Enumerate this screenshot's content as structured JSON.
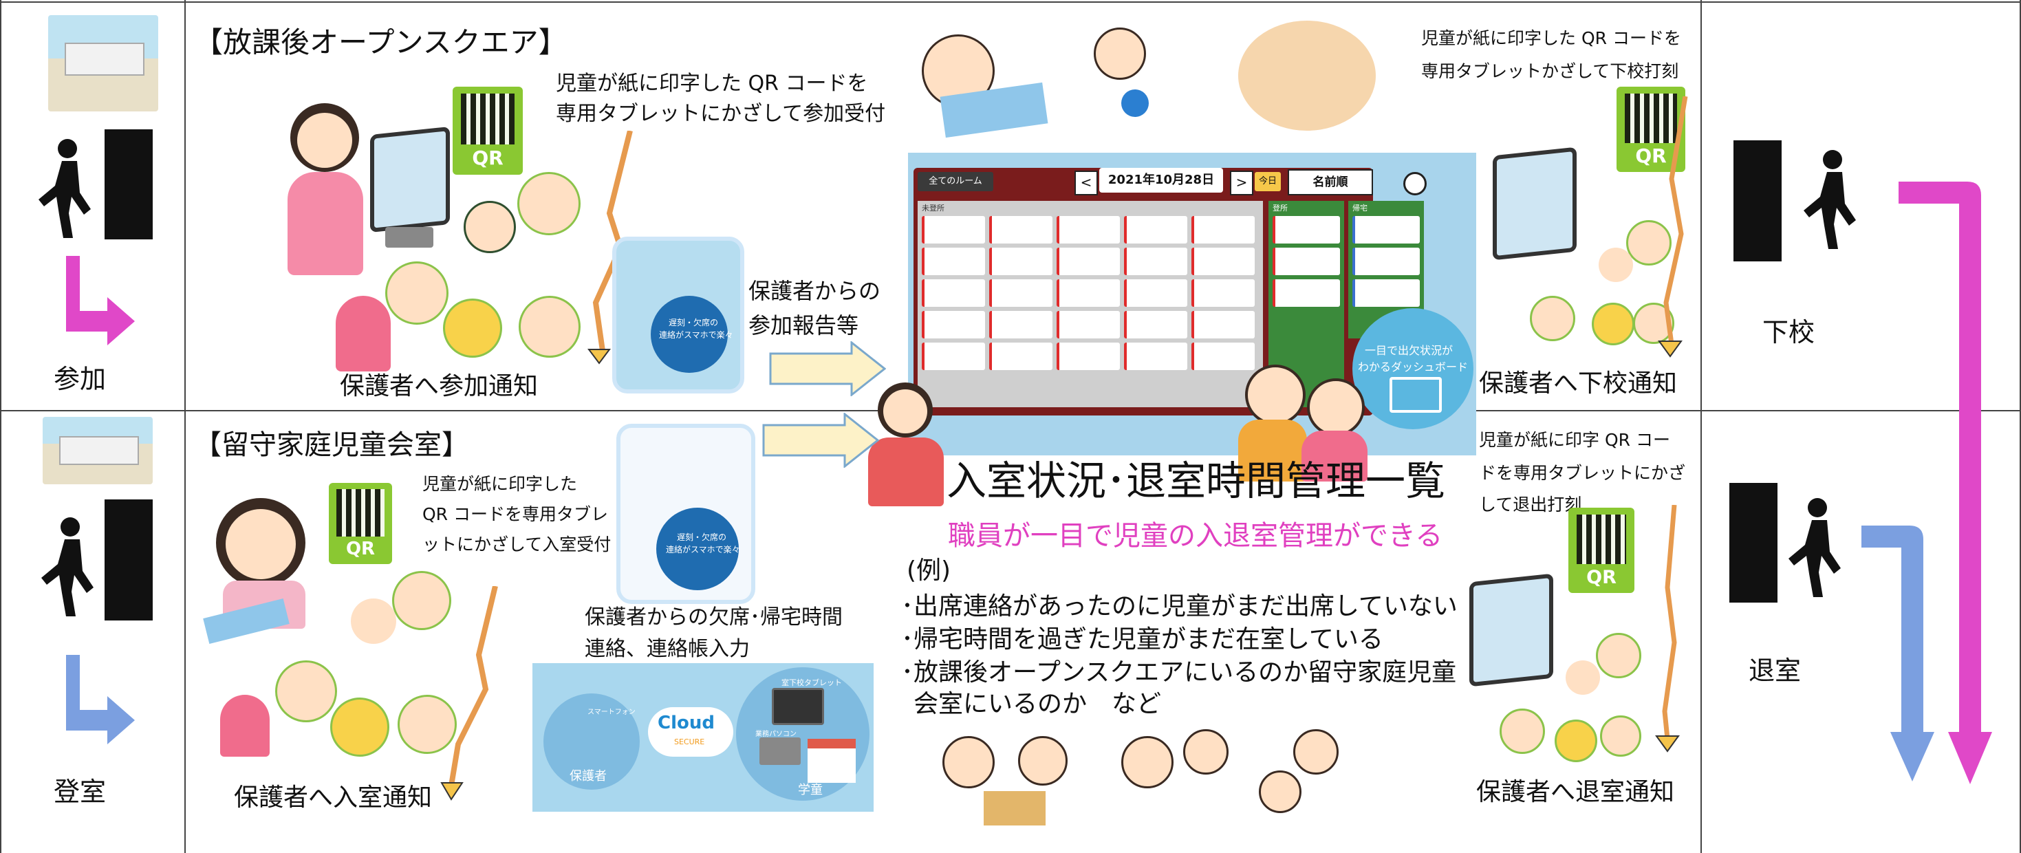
{
  "left_column": {
    "join_label": "参加",
    "enter_label": "登室"
  },
  "right_column": {
    "leave_school_label": "下校",
    "exit_room_label": "退室"
  },
  "top_section": {
    "title": "【放課後オープンスクエア】",
    "qr_instruction_line1": "児童が紙に印字した QR コードを",
    "qr_instruction_line2": "専用タブレットにかざして参加受付",
    "parent_notice": "保護者へ参加通知",
    "qr_label": "QR",
    "report_line1": "保護者からの",
    "report_line2": "参加報告等",
    "phone_caption_line1": "遅刻・欠席の",
    "phone_caption_line2": "連絡がスマホで楽々",
    "right_instruction_line1": "児童が紙に印字した QR コードを",
    "right_instruction_line2": "専用タブレットかざして下校打刻",
    "right_parent_notice": "保護者へ下校通知"
  },
  "bottom_section": {
    "title": "【留守家庭児童会室】",
    "qr_instruction_line1": "児童が紙に印字した",
    "qr_instruction_line2": "QR コードを専用タブレ",
    "qr_instruction_line3": "ットにかざして入室受付",
    "parent_notice": "保護者へ入室通知",
    "qr_label": "QR",
    "report_line1": "保護者からの欠席･帰宅時間",
    "report_line2": "連絡、連絡帳入力",
    "phone_caption_line1": "遅刻・欠席の",
    "phone_caption_line2": "連絡がスマホで楽々",
    "cloud_label": "Cloud",
    "cloud_sub": "SECURE",
    "guardian_label": "保護者",
    "school_label": "学童",
    "smartphone_label": "スマートフォン",
    "tablet_label": "室下校タブレット",
    "pc_label": "業務パソコン",
    "right_instruction_line1": "児童が紙に印字 QR コー",
    "right_instruction_line2": "ドを専用タブレットにかざ",
    "right_instruction_line3": "して退出打刻",
    "right_parent_notice": "保護者へ退室通知"
  },
  "dashboard": {
    "room_select": "全てのルーム",
    "date": "2021年10月28日",
    "today_button": "今日",
    "sort_label": "名前順",
    "col_absent": "未登所",
    "col_present": "登所",
    "col_left": "帰宅",
    "badge_line1": "一目で出欠状況が",
    "badge_line2": "わかるダッシュボード"
  },
  "center_text": {
    "heading": "入室状況･退室時間管理一覧",
    "subheading": "職員が一目で児童の入退室管理ができる",
    "example_label": "(例)",
    "bullet1": "･出席連絡があったのに児童がまだ出席していない",
    "bullet2": "･帰宅時間を過ぎた児童がまだ在室している",
    "bullet3": "･放課後オープンスクエアにいるのか留守家庭児童",
    "bullet3_cont": "会室にいるのか　など"
  },
  "colors": {
    "magenta_arrow": "#e048c8",
    "blue_arrow": "#7b9fe0",
    "qr_green": "#8ac832",
    "heading_pink": "#e040c0"
  }
}
